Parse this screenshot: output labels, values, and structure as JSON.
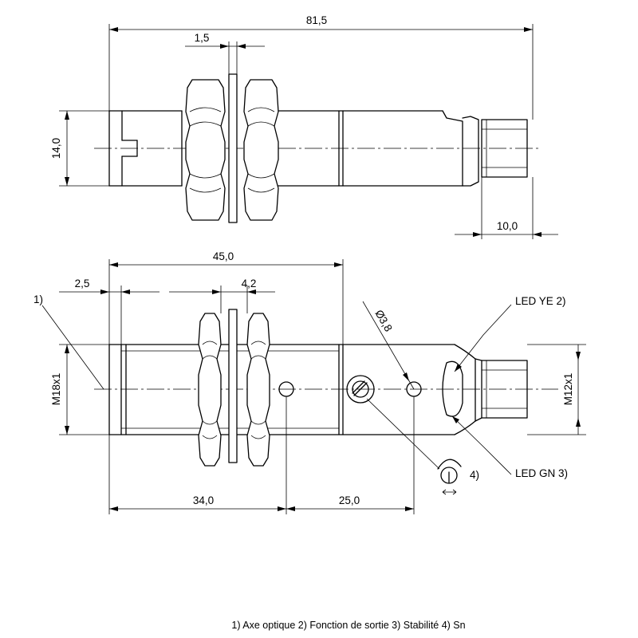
{
  "top_view": {
    "overall_length": "81,5",
    "washer_thickness": "1,5",
    "height": "14,0",
    "connector_length": "10,0"
  },
  "front_view": {
    "length_to_thread_end": "45,0",
    "thread_offset": "2,5",
    "nut_spacing": "4,2",
    "thread": "M18x1",
    "connector_thread": "M12x1",
    "hole_diameter": "3,8",
    "hole_diameter_symbol": "Ø",
    "distance_to_optical_axis": "34,0",
    "axis_to_hole": "25,0"
  },
  "callouts": {
    "note1": "1)",
    "led_ye": "LED YE 2)",
    "led_gn": "LED GN 3)",
    "pot": "4)"
  },
  "legend": "1) Axe optique  2) Fonction de sortie  3) Stabilité  4) Sn"
}
